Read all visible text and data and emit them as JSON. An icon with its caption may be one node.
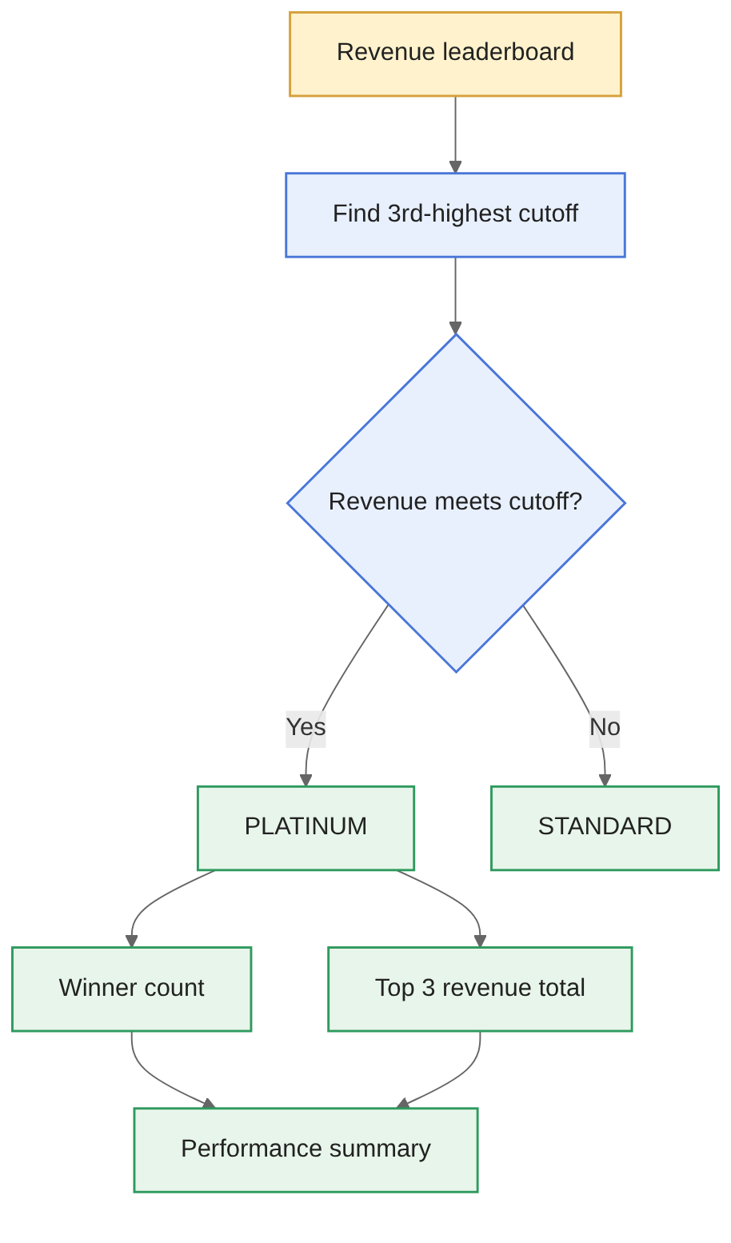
{
  "diagram": {
    "nodes": [
      {
        "text": [
          "Revenue leaderboard"
        ]
      },
      {
        "text": [
          "Find 3rd-highest cutoff"
        ]
      },
      {
        "text": [
          "Revenue meets cutoff?"
        ]
      },
      {
        "text": [
          "PLATINUM"
        ]
      },
      {
        "text": [
          "STANDARD"
        ]
      },
      {
        "text": [
          "Winner count"
        ]
      },
      {
        "text": [
          "Top 3 revenue total"
        ]
      },
      {
        "text": [
          "Performance summary"
        ]
      }
    ],
    "edges": [
      {
        "from": 0,
        "to": 1,
        "arrow": "to"
      },
      {
        "from": 1,
        "to": 2,
        "arrow": "to"
      },
      {
        "from": 2,
        "to": 3,
        "arrow": "to",
        "label": "Yes"
      },
      {
        "from": 2,
        "to": 4,
        "arrow": "to",
        "label": "No"
      },
      {
        "from": 3,
        "to": 5,
        "arrow": "to"
      },
      {
        "from": 3,
        "to": 6,
        "arrow": "to"
      },
      {
        "from": 5,
        "to": 7,
        "arrow": "to"
      },
      {
        "from": 6,
        "to": 7,
        "arrow": "to"
      }
    ]
  }
}
